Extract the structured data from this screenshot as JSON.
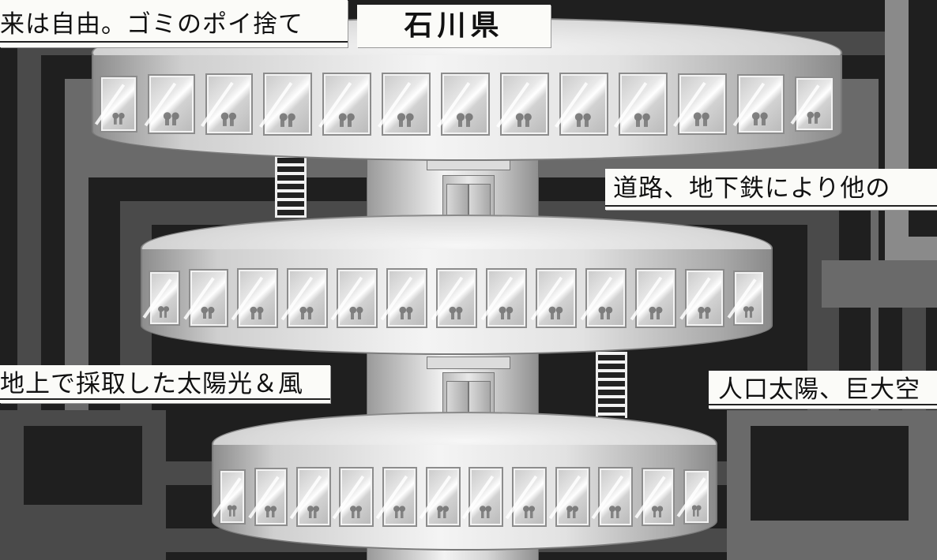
{
  "labels": {
    "top_left": "来は自由。ゴミのポイ捨て",
    "title": "石川県",
    "right_middle": "道路、地下鉄により他の",
    "left_middle": "地上で採取した太陽光＆風",
    "right_lower": "人口太陽、巨大空"
  },
  "colors": {
    "background": "#3a3a3a",
    "paper": "#fbfbf8",
    "structure": "#d9d9d9"
  },
  "structure": {
    "floors": [
      {
        "name": "upper-ring"
      },
      {
        "name": "middle-ring"
      },
      {
        "name": "lower-ring"
      }
    ],
    "icons": [
      "ladder-icon",
      "elevator-icon",
      "window-icon"
    ]
  }
}
